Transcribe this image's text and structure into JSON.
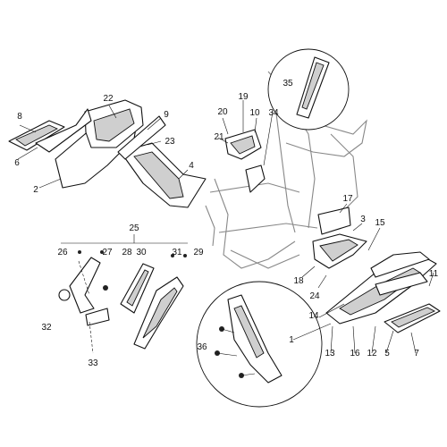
{
  "diagram": {
    "callouts": [
      {
        "id": "1",
        "label": "1"
      },
      {
        "id": "2",
        "label": "2"
      },
      {
        "id": "3",
        "label": "3"
      },
      {
        "id": "4",
        "label": "4"
      },
      {
        "id": "5",
        "label": "5"
      },
      {
        "id": "6",
        "label": "6"
      },
      {
        "id": "7",
        "label": "7"
      },
      {
        "id": "8",
        "label": "8"
      },
      {
        "id": "9",
        "label": "9"
      },
      {
        "id": "10",
        "label": "10"
      },
      {
        "id": "11",
        "label": "11"
      },
      {
        "id": "12",
        "label": "12"
      },
      {
        "id": "13",
        "label": "13"
      },
      {
        "id": "14",
        "label": "14"
      },
      {
        "id": "15",
        "label": "15"
      },
      {
        "id": "16",
        "label": "16"
      },
      {
        "id": "17",
        "label": "17"
      },
      {
        "id": "18",
        "label": "18"
      },
      {
        "id": "19",
        "label": "19"
      },
      {
        "id": "20",
        "label": "20"
      },
      {
        "id": "21",
        "label": "21"
      },
      {
        "id": "22",
        "label": "22"
      },
      {
        "id": "23",
        "label": "23"
      },
      {
        "id": "24",
        "label": "24"
      },
      {
        "id": "25",
        "label": "25"
      },
      {
        "id": "26",
        "label": "26"
      },
      {
        "id": "27",
        "label": "27"
      },
      {
        "id": "28",
        "label": "28"
      },
      {
        "id": "29",
        "label": "29"
      },
      {
        "id": "30",
        "label": "30"
      },
      {
        "id": "31",
        "label": "31"
      },
      {
        "id": "32",
        "label": "32"
      },
      {
        "id": "33",
        "label": "33"
      },
      {
        "id": "34",
        "label": "34"
      },
      {
        "id": "35",
        "label": "35"
      },
      {
        "id": "36",
        "label": "36"
      }
    ]
  }
}
